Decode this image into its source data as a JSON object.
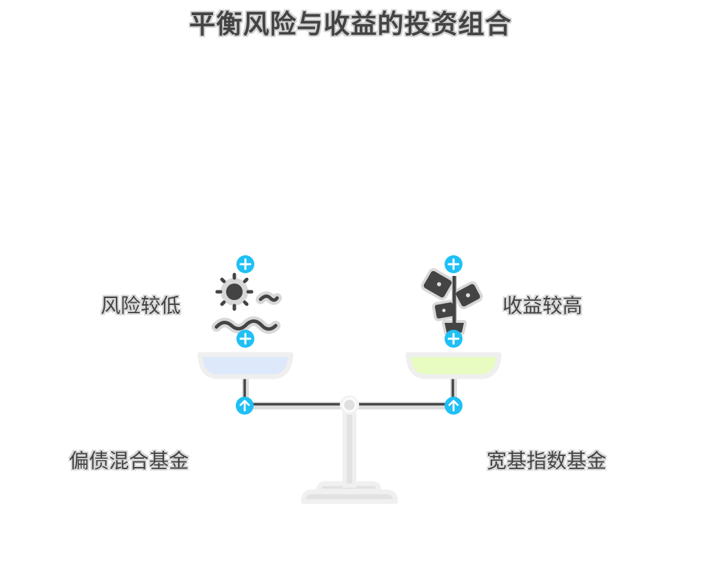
{
  "title": "平衡风险与收益的投资组合",
  "left": {
    "attribute_label": "风险较低",
    "fund_label": "偏债混合基金",
    "icon": "sun-waves-icon",
    "pan_color": "#dde8fb"
  },
  "right": {
    "attribute_label": "收益较高",
    "fund_label": "宽基指数基金",
    "icon": "growing-plant-icon",
    "pan_color": "#e8fbc0"
  },
  "colors": {
    "accent_marker": "#1ec0f5",
    "beam": "#444444",
    "stand": "#e0e0e0",
    "outline": "#eeeeee"
  }
}
